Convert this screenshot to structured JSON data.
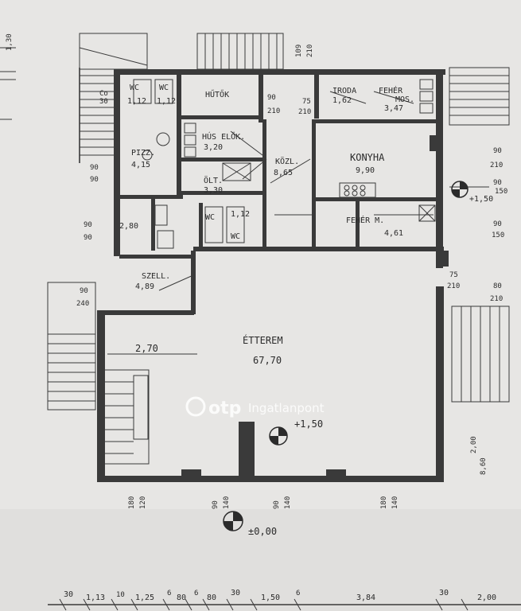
{
  "rooms": {
    "wc1": "WC",
    "wc1_area": "1,12",
    "wc2": "WC",
    "wc2_area": "1,12",
    "hutok": "HŰTŐK",
    "iroda": "IRODA",
    "iroda_area": "1,62",
    "feher_mos": "FEHÉR",
    "feher_mos2": "MOS.",
    "feher_mos_area": "3,47",
    "hus_elo": "HÚS ELŐK.",
    "hus_elo_area": "3,20",
    "pizz": "PIZZ.",
    "pizz_area": "4,15",
    "kozl": "KÖZL.",
    "kozl_area": "8,65",
    "konyha": "KONYHA",
    "konyha_area": "9,90",
    "olt": "ÖLT.",
    "olt_area": "3,30",
    "feher_m": "FEHÉR M.",
    "feher_m_area": "4,61",
    "wc3": "WC",
    "wc4": "WC",
    "wc4_area": "1,12",
    "szell": "SZELL.",
    "szell_area": "4,89",
    "small_area": "2,80",
    "etterem": "ÉTTEREM",
    "etterem_area": "67,70"
  },
  "levels": {
    "main": "+1,50",
    "right": "+1,50",
    "ground": "±0,00"
  },
  "dimensions": {
    "d_2_70": "2,70",
    "d_8_60": "8,60",
    "d_2_00": "2,00",
    "top_90_210_a": "90",
    "top_90_210_b": "210",
    "top_109": "109",
    "top_210": "210",
    "left_co": "Co",
    "left_30": "30",
    "left_90a": "90",
    "left_90b": "90",
    "left_90c": "90",
    "left_90d": "90",
    "left_90e": "90",
    "left_240": "240",
    "right_90a": "90",
    "right_210a": "210",
    "right_90b": "90",
    "right_150": "150",
    "right_90c": "90",
    "right_150b": "150",
    "right_80": "80",
    "right_210b": "210",
    "right_75": "75",
    "right_210c": "210",
    "door_75": "75",
    "door_210": "210",
    "bottom_180a": "180",
    "bottom_120": "120",
    "bottom_90": "90",
    "bottom_140a": "140",
    "bottom_90b": "90",
    "bottom_140b": "140",
    "bottom_180b": "180",
    "bottom_140c": "140",
    "far_left": "1,30",
    "row_30a": "30",
    "row_113": "1,13",
    "row_10": "10",
    "row_125": "1,25",
    "row_6a": "6",
    "row_80a": "80",
    "row_6b": "6",
    "row_80b": "80",
    "row_30b": "30",
    "row_150": "1,50",
    "row_6c": "6",
    "row_384": "3,84",
    "row_30c": "30",
    "row_200": "2,00"
  },
  "watermark": {
    "brand": "otp",
    "suffix": "Ingatlanpont"
  }
}
